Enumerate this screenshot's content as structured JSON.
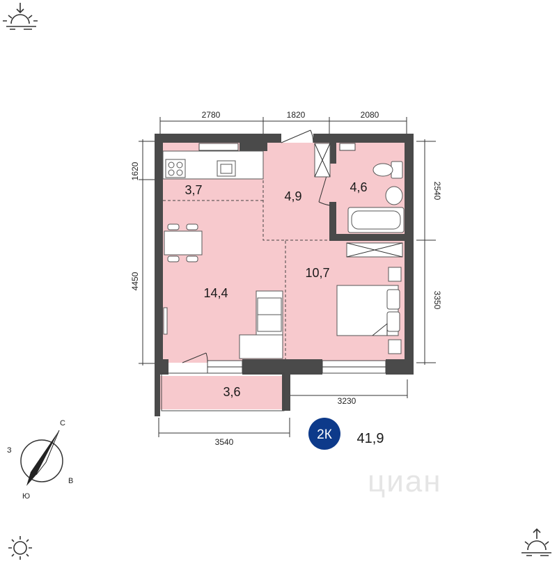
{
  "plan": {
    "type_badge": "2К",
    "total_area": "41,9",
    "rooms": {
      "kitchen": "3,7",
      "hall": "4,9",
      "bathroom": "4,6",
      "living": "14,4",
      "bedroom": "10,7",
      "balcony": "3,6"
    },
    "dimensions": {
      "top_left": "2780",
      "top_mid": "1820",
      "top_right": "2080",
      "left_upper": "1620",
      "left_lower": "4450",
      "right_upper": "2540",
      "right_lower": "3350",
      "bottom_right": "3230",
      "bottom_left": "3540"
    },
    "compass": {
      "north": "С",
      "west": "З",
      "east": "В",
      "south": "Ю"
    },
    "watermark": "циан",
    "colors": {
      "floor": "#f7c9cd",
      "wall": "#4a4a4a",
      "badge": "#0d3a8a"
    },
    "icons": [
      "sunrise-icon",
      "sun-icon",
      "sunset-icon",
      "compass-icon"
    ]
  }
}
